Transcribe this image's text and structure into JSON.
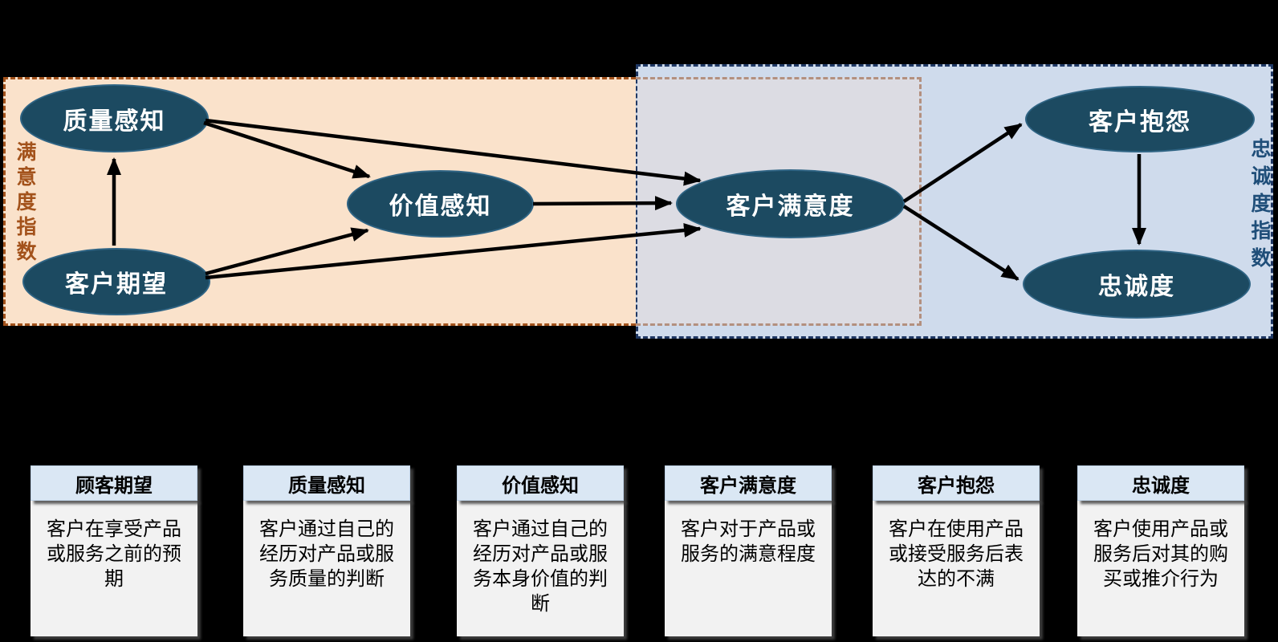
{
  "diagram": {
    "bands": {
      "satisfaction": {
        "label": "满意度指数"
      },
      "loyalty": {
        "label": "忠诚度指数"
      }
    },
    "nodes": {
      "quality": "质量感知",
      "expectation": "客户期望",
      "value": "价值感知",
      "satisfaction": "客户满意度",
      "complaint": "客户抱怨",
      "loyalty": "忠诚度"
    },
    "arrows": [
      "expectation→quality",
      "quality→value",
      "expectation→value",
      "quality→satisfaction",
      "value→satisfaction",
      "expectation→satisfaction",
      "satisfaction→complaint",
      "satisfaction→loyalty",
      "complaint→loyalty"
    ]
  },
  "cards": [
    {
      "title": "顾客期望",
      "body": "客户在享受产品或服务之前的预期"
    },
    {
      "title": "质量感知",
      "body": "客户通过自己的经历对产品或服务质量的判断"
    },
    {
      "title": "价值感知",
      "body": "客户通过自己的经历对产品或服务本身价值的判断"
    },
    {
      "title": "客户满意度",
      "body": "客户对于产品或服务的满意程度"
    },
    {
      "title": "客户抱怨",
      "body": "客户在使用产品或接受服务后表达的不满"
    },
    {
      "title": "忠诚度",
      "body": "客户使用产品或服务后对其的购买或推介行为"
    }
  ],
  "colors": {
    "background": "#000000",
    "satisfaction_region_fill": "#FAE2CB",
    "satisfaction_region_border": "#A3521B",
    "satisfaction_band_text": "#A3521B",
    "loyalty_region_fill": "#CFDBEC",
    "loyalty_region_border": "#1F3864",
    "loyalty_band_text": "#1F4E79",
    "overlap_fill": "#DCDCE3",
    "overlap_border": "#B3907F",
    "node_fill": "#1C4A61",
    "node_text": "#FFFFFF",
    "card_header_fill": "#DAE7F4",
    "card_body_fill": "#F2F2F2",
    "arrow": "#000000"
  }
}
